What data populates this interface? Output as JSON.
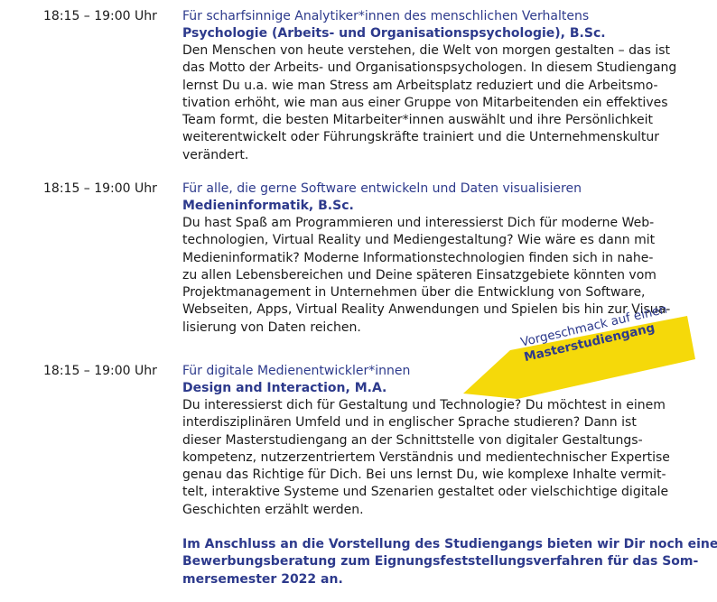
{
  "entries": [
    {
      "time": "18:15 – 19:00 Uhr",
      "tagline": "Für scharfsinnige Analytiker*innen des menschlichen Verhaltens",
      "program": "Psychologie (Arbeits- und Organisationspsychologie), B.Sc.",
      "lines": [
        "Den Menschen von heute verstehen, die Welt von morgen gestalten – das ist",
        "das Motto der Arbeits- und Organisationspsychologen. In diesem Studiengang",
        "lernst Du u.a. wie man Stress am Arbeitsplatz reduziert und die Arbeitsmo-",
        "tivation erhöht, wie man aus einer Gruppe von Mitarbeitenden ein effektives",
        "Team formt, die besten Mitarbeiter*innen auswählt und ihre Persönlichkeit",
        "weiterentwickelt oder Führungskräfte trainiert und die Unternehmenskultur",
        "verändert."
      ]
    },
    {
      "time": "18:15 – 19:00 Uhr",
      "tagline": "Für alle, die gerne Software entwickeln und Daten visualisieren",
      "program": "Medieninformatik, B.Sc.",
      "lines": [
        "Du hast Spaß am Programmieren und interessierst Dich für moderne Web-",
        "technologien, Virtual Reality und Mediengestaltung? Wie wäre es dann mit",
        "Medieninformatik? Moderne Informationstechnologien finden sich in nahe-",
        "zu allen Lebensbereichen und Deine späteren Einsatzgebiete könnten vom",
        "Projektmanagement in Unternehmen über die Entwicklung von Software,",
        "Webseiten, Apps, Virtual Reality Anwendungen und Spielen bis hin zur Visua-",
        "lisierung von Daten reichen."
      ]
    },
    {
      "time": "18:15 – 19:00 Uhr",
      "tagline": "Für digitale Medienentwickler*innen",
      "program": "Design and Interaction, M.A.",
      "lines": [
        "Du interessierst dich für Gestaltung und Technologie? Du möchtest in einem",
        "interdisziplinären Umfeld und in englischer Sprache studieren? Dann ist",
        "dieser Masterstudiengang an der Schnittstelle von digitaler Gestaltungs-",
        "kompetenz, nutzerzentriertem Verständnis und medientechnischer Expertise",
        "genau das Richtige für Dich. Bei uns lernst Du, wie komplexe Inhalte vermit-",
        "telt, interaktive Systeme und Szenarien gestaltet oder vielschichtige digitale",
        "Geschichten erzählt werden."
      ],
      "note_lines": [
        "Im Anschluss an die Vorstellung des Studiengangs bieten wir Dir noch eine",
        "Bewerbungsberatung zum Eignungsfeststellungsverfahren für das Som-",
        "mersemester 2022 an."
      ]
    }
  ],
  "banner": {
    "line1": "Vorgeschmack auf einen",
    "line2": "Masterstudiengang",
    "color": "#f5d90a"
  },
  "colors": {
    "accent": "#2d3a8c",
    "text": "#1a1a1a"
  }
}
